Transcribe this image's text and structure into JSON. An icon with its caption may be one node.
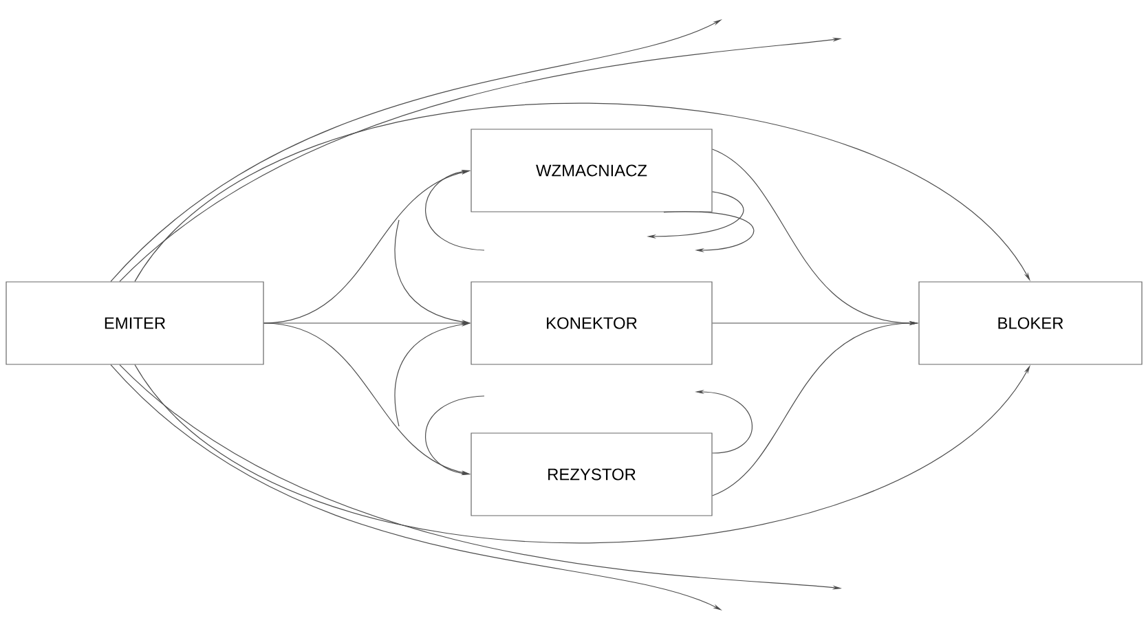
{
  "diagram": {
    "nodes": [
      {
        "text": [
          "EMITER"
        ]
      },
      {
        "text": [
          "WZMACNIACZ"
        ]
      },
      {
        "text": [
          "KONEKTOR"
        ]
      },
      {
        "text": [
          "REZYSTOR"
        ]
      },
      {
        "text": [
          "BLOKER"
        ]
      }
    ],
    "edges": [
      {
        "from": 0,
        "to": 2,
        "arrow": "to"
      },
      {
        "from": 0,
        "to": 1,
        "arrow": "to"
      },
      {
        "from": 0,
        "to": 3,
        "arrow": "to"
      },
      {
        "from": 0,
        "to": 4,
        "arrow": "to"
      },
      {
        "from": 0,
        "to": 4,
        "arrow": "to"
      },
      {
        "from": 0,
        "to": null,
        "arrow": "to"
      },
      {
        "from": 0,
        "to": null,
        "arrow": "to"
      },
      {
        "from": 0,
        "to": null,
        "arrow": "to"
      },
      {
        "from": 0,
        "to": null,
        "arrow": "to"
      },
      {
        "from": 2,
        "to": 4,
        "arrow": "to"
      },
      {
        "from": 1,
        "to": 4,
        "arrow": "to"
      },
      {
        "from": 3,
        "to": 4,
        "arrow": "to"
      },
      {
        "from": 1,
        "to": null,
        "arrow": "to"
      },
      {
        "from": 1,
        "to": null,
        "arrow": "to"
      },
      {
        "from": 3,
        "to": null,
        "arrow": "to"
      },
      {
        "from": null,
        "to": 1,
        "arrow": "to"
      },
      {
        "from": null,
        "to": 3,
        "arrow": "to"
      },
      {
        "from": null,
        "to": 2,
        "arrow": "to"
      },
      {
        "from": null,
        "to": 2,
        "arrow": "to"
      }
    ]
  }
}
